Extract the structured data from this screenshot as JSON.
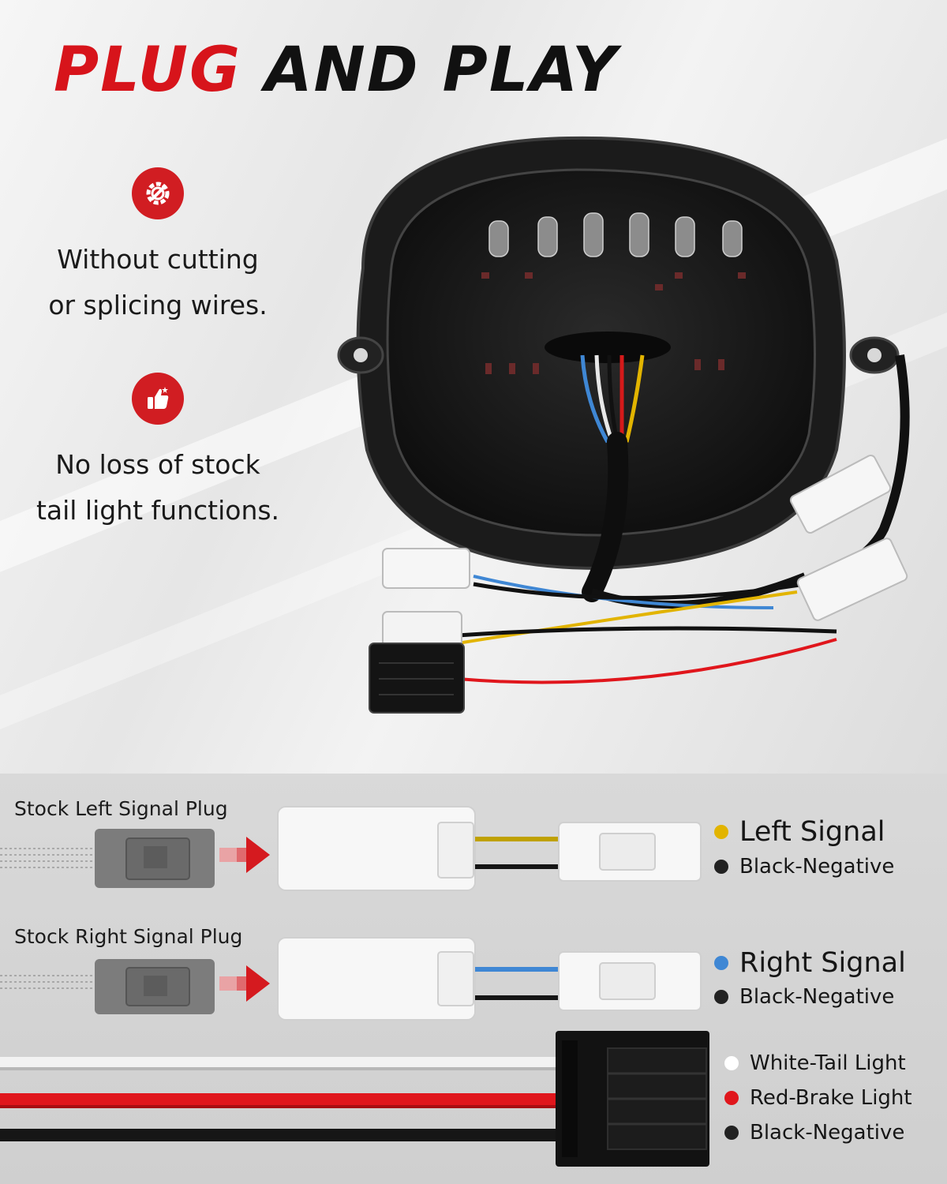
{
  "headline": {
    "word_red": "PLUG",
    "word_dark": "AND PLAY"
  },
  "features": [
    {
      "icon": "gear-wrench-icon",
      "text": "Without cutting\nor splicing wires."
    },
    {
      "icon": "thumbs-up-icon",
      "text": "No loss of stock\ntail light functions."
    }
  ],
  "plugs": {
    "left_label": "Stock Left Signal Plug",
    "right_label": "Stock Right Signal Plug"
  },
  "legend": {
    "left_signal": {
      "label": "Left Signal",
      "color": "#e2b400"
    },
    "left_negative": {
      "label": "Black-Negative",
      "color": "#222222"
    },
    "right_signal": {
      "label": "Right Signal",
      "color": "#3f87d4"
    },
    "right_negative": {
      "label": "Black-Negative",
      "color": "#222222"
    },
    "tail": {
      "label": "White-Tail Light",
      "color": "#ffffff"
    },
    "brake": {
      "label": "Red-Brake Light",
      "color": "#e0161c"
    },
    "main_negative": {
      "label": "Black-Negative",
      "color": "#222222"
    }
  },
  "colors": {
    "accent_red": "#d7141b",
    "badge_red": "#d11d22"
  }
}
